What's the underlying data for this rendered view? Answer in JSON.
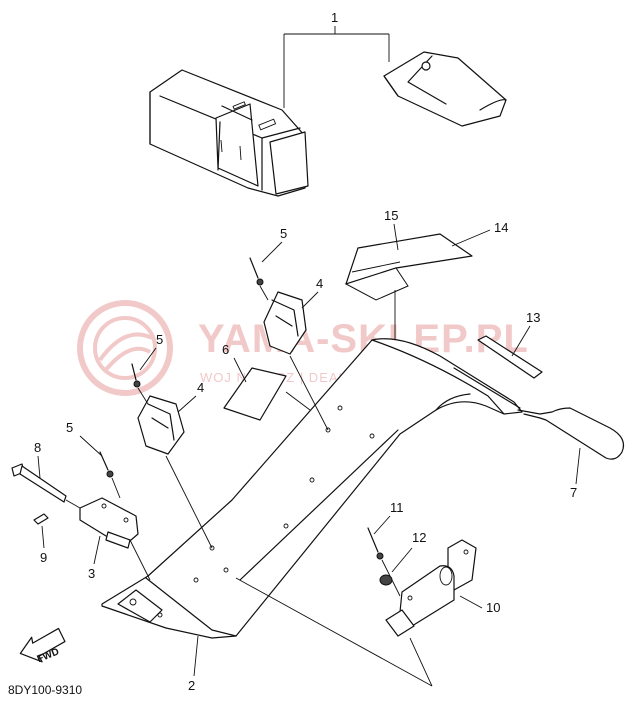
{
  "diagram": {
    "code": "8DY100-9310",
    "fwd_label": "FWD",
    "watermark": {
      "main": "YAMA-SKLEP.PL",
      "sub": "WOJ NOWICZ | DEALER YAMAHA"
    },
    "callouts": [
      "1",
      "2",
      "3",
      "4",
      "4",
      "5",
      "5",
      "5",
      "6",
      "7",
      "8",
      "9",
      "10",
      "11",
      "12",
      "13",
      "14",
      "15"
    ]
  }
}
